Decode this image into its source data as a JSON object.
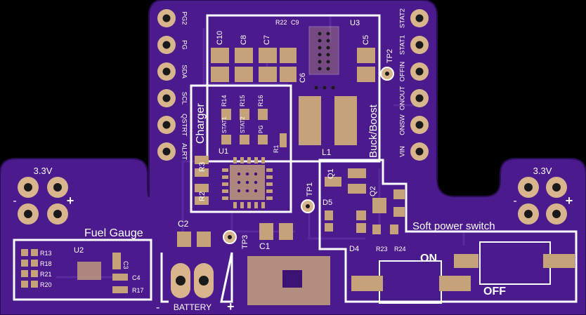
{
  "board": {
    "colors": {
      "background": "#000000",
      "pcb": "#4b1a8c",
      "pcb_dark": "#3d1275",
      "trace": "#5a2a9c",
      "silk": "#ffffff",
      "pad": "#c6a27a",
      "pad_ring": "#d8b58d",
      "drill": "#1a1a1a"
    }
  },
  "header_left": [
    "PG2",
    "PG",
    "SDA",
    "SCL",
    "QSTRT",
    "ALRT"
  ],
  "header_right": [
    "STAT2",
    "STAT1",
    "OFFIN",
    "ONOUT",
    "ONSW",
    "VIN"
  ],
  "section_labels": {
    "charger": "Charger",
    "buck_boost": "Buck/Boost",
    "fuel_gauge": "Fuel Gauge",
    "soft_switch": "Soft power switch",
    "on": "ON",
    "off": "OFF",
    "battery": "BATTERY",
    "v_left": "3.3V",
    "v_right": "3.3V",
    "minus": "-",
    "plus": "+"
  },
  "designators": {
    "u1": "U1",
    "u2": "U2",
    "u3": "U3",
    "c1": "C1",
    "c2": "C2",
    "c3": "C3",
    "c4": "C4",
    "c5": "C5",
    "c6": "C6",
    "c7": "C7",
    "c8": "C8",
    "c9": "C9",
    "c10": "C10",
    "r1": "R1",
    "r2": "R2",
    "r3": "R3",
    "r13": "R13",
    "r14": "R14",
    "r15": "R15",
    "r16": "R16",
    "r17": "R17",
    "r18": "R18",
    "r20": "R20",
    "r21": "R21",
    "r22": "R22",
    "r23": "R23",
    "r24": "R24",
    "l1": "L1",
    "q1": "Q1",
    "q2": "Q2",
    "d4": "D4",
    "d5": "D5",
    "tp1": "TP1",
    "tp2": "TP2",
    "tp3": "TP3",
    "stat1": "STAT1",
    "stat2": "STAT2",
    "pg": "PG"
  }
}
